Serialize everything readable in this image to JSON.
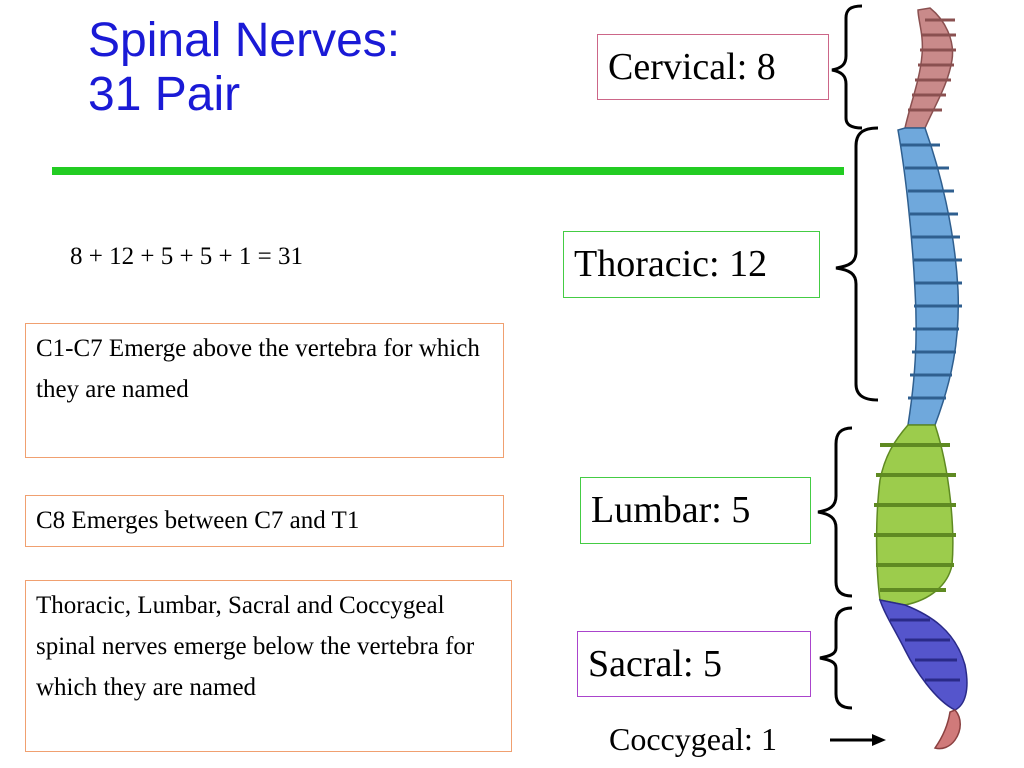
{
  "title": {
    "line1": "Spinal Nerves:",
    "line2": "31 Pair"
  },
  "equation": "8 + 12 + 5 + 5 + 1 = 31",
  "notes": {
    "note1": "C1-C7 Emerge above the vertebra for which they are named",
    "note2": "C8 Emerges between C7 and T1",
    "note3": "Thoracic, Lumbar, Sacral and Coccygeal spinal nerves emerge below the vertebra for which they are named"
  },
  "regions": {
    "cervical": "Cervical: 8",
    "thoracic": "Thoracic: 12",
    "lumbar": "Lumbar: 5",
    "sacral": "Sacral: 5",
    "coccygeal": "Coccygeal: 1"
  },
  "colors": {
    "title": "#1a1ad6",
    "rule": "#22cc22",
    "cervical": "#c98a8a",
    "thoracic": "#6fa8dc",
    "lumbar": "#9ccc4c",
    "sacral": "#5555cc",
    "coccygeal": "#d07a7a"
  }
}
